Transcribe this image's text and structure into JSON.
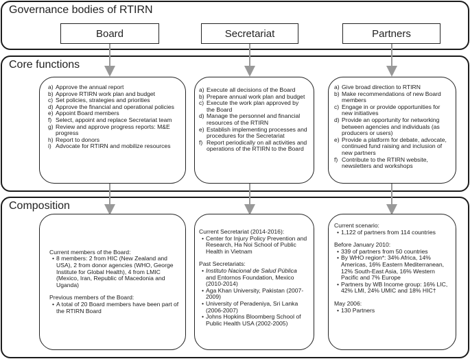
{
  "governance": {
    "title": "Governance bodies of RTIRN",
    "boxes": [
      "Board",
      "Secretariat",
      "Partners"
    ]
  },
  "core": {
    "title": "Core functions",
    "board": [
      {
        "m": "a)",
        "t": "Approve the annual report"
      },
      {
        "m": "b)",
        "t": "Approve RTIRN work plan and budget"
      },
      {
        "m": "c)",
        "t": "Set policies, strategies and priorities"
      },
      {
        "m": "d)",
        "t": "Approve the financial and operational policies"
      },
      {
        "m": "e)",
        "t": "Appoint Board members"
      },
      {
        "m": "f)",
        "t": "Select, appoint and replace Secretariat team"
      },
      {
        "m": "g)",
        "t": "Review and approve progress reports: M&E progress"
      },
      {
        "m": "h)",
        "t": "Report to donors"
      },
      {
        "m": "i)",
        "t": "Advocate for RTIRN and mobilize resources"
      }
    ],
    "secretariat": [
      {
        "m": "a)",
        "t": "Execute all decisions of the Board"
      },
      {
        "m": "b)",
        "t": "Prepare annual work plan and budget"
      },
      {
        "m": "c)",
        "t": "Execute the work plan approved by the Board"
      },
      {
        "m": "d)",
        "t": "Manage the personnel and financial resources of the RTIRN"
      },
      {
        "m": "e)",
        "t": "Establish implementing processes and procedures for the Secretariat"
      },
      {
        "m": "f)",
        "t": "Report periodically on all activities and operations of the RTIRN to the Board"
      }
    ],
    "partners": [
      {
        "m": "a)",
        "t": "Give broad direction to RTIRN"
      },
      {
        "m": "b)",
        "t": "Make recommendations of new Board members"
      },
      {
        "m": "c)",
        "t": "Engage in or provide opportunities for new initiatives"
      },
      {
        "m": "d)",
        "t": "Provide an opportunity for networking between agencies and individuals (as producers or users)"
      },
      {
        "m": "e)",
        "t": "Provide a platform for debate, advocate, continued fund raising and inclusion of new partners"
      },
      {
        "m": "f)",
        "t": "Contribute to the RTIRN website, newsletters and workshops"
      }
    ]
  },
  "composition": {
    "title": "Composition",
    "board": {
      "current_label": "Current members of the Board:",
      "current_items": [
        "8 members: 2 from HIC (New Zealand and USA), 2 from donor agencies (WHO, George Institute for Global Health), 4 from LMIC (Mexico, Iran, Republic of Macedonia and Uganda)"
      ],
      "previous_label": "Previous members of the Board:",
      "previous_items": [
        "A total of 20 Board members have been part of the RTIRN Board"
      ]
    },
    "secretariat": {
      "current_label": "Current Secretariat (2014-2016):",
      "current_items": [
        "Center for Injury Policy Prevention and Research, Ha Noi School of Public Health in Vietnam"
      ],
      "past_label": "Past Secretariats:",
      "past_first_italic": "Instituto Nacional de Salud Pública",
      "past_first_rest": " and Entornos Foundation, Mexico (2010-2014)",
      "past_items": [
        "Aga Khan University, Pakistan (2007-2009)",
        "University of Peradeniya, Sri Lanka (2006-2007)",
        "Johns Hopkins Bloomberg School of Public Health USA (2002-2005)"
      ]
    },
    "partners": {
      "current_label": "Current scenario:",
      "current_items": [
        "1,122 of partners from 114 countries"
      ],
      "before_label": "Before January 2010:",
      "before_items": [
        "339 of partners from 50 countries",
        "By WHO region*: 34% Africa, 14% Americas, 16% Eastern Mediterranean, 12% South-East Asia, 16% Western Pacific and 7% Europe",
        "Partners by WB Income group: 16% LIC, 42% LMI, 24% UMIC and 18% HIC†"
      ],
      "may_label": "May 2006:",
      "may_items": [
        "130 Partners"
      ]
    }
  }
}
